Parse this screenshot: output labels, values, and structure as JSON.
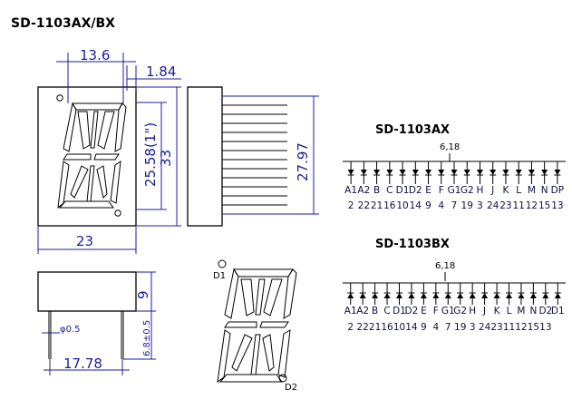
{
  "title": "SD-1103AX/BX",
  "front_view": {
    "top_width": "13.6",
    "offset": "1.84",
    "digit_height": "25.58(1\")",
    "body_height": "33",
    "body_width": "23"
  },
  "side_view": {
    "pin_length": "27.97"
  },
  "bottom_view": {
    "height": "9",
    "pin_diameter": "φ0.5",
    "pin_length": "6.8±0.5",
    "pin_span": "17.78"
  },
  "segment_view": {
    "d1": "D1",
    "d2": "D2"
  },
  "schematics": [
    {
      "title": "SD-1103AX",
      "common_pin": "6,18",
      "segments": [
        "A1",
        "A2",
        "B",
        "C",
        "D1",
        "D2",
        "E",
        "F",
        "G1",
        "G2",
        "H",
        "J",
        "K",
        "L",
        "M",
        "N",
        "DP"
      ],
      "pins": [
        "2",
        "22",
        "21",
        "16",
        "10",
        "14",
        "9",
        "4",
        "7",
        "19",
        "3",
        "24",
        "23",
        "11",
        "12",
        "15",
        "13"
      ]
    },
    {
      "title": "SD-1103BX",
      "common_pin": "6,18",
      "segments": [
        "A1",
        "A2",
        "B",
        "C",
        "D1",
        "D2",
        "E",
        "F",
        "G1",
        "G2",
        "H",
        "J",
        "K",
        "L",
        "M",
        "N",
        "D2",
        "D1"
      ],
      "pins": [
        "2",
        "22",
        "21",
        "16",
        "10",
        "14",
        "9",
        "4",
        "7",
        "19",
        "3",
        "24",
        "23",
        "11",
        "12",
        "15",
        "13"
      ]
    }
  ]
}
